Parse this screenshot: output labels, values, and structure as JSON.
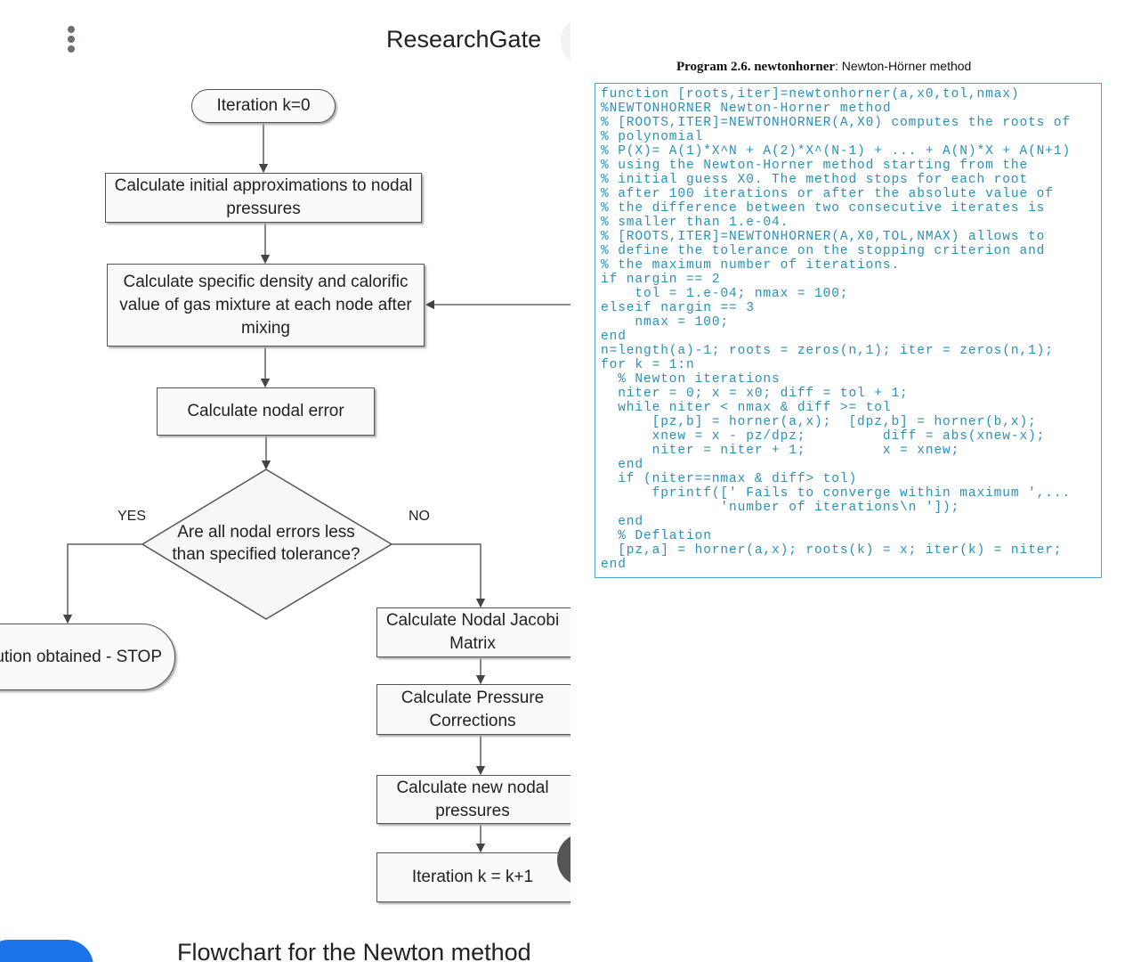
{
  "app": {
    "title": "ResearchGate",
    "menu_icon": "kebab-menu-icon"
  },
  "flowchart": {
    "start": "Iteration k=0",
    "step1": "Calculate initial approximations to nodal pressures",
    "step2": "Calculate specific density and calorific value of gas mixture at each node after mixing",
    "step3": "Calculate nodal error",
    "decision": "Are all nodal errors less than specified tolerance?",
    "yes": "YES",
    "no": "NO",
    "stop": "Solution obtained - STOP",
    "step4": "Calculate Nodal Jacobi Matrix",
    "step5": "Calculate Pressure Corrections",
    "step6": "Calculate new nodal pressures",
    "step7": "Iteration k = k+1"
  },
  "caption": "Flowchart for the Newton method",
  "program": {
    "label": "Program 2.6.",
    "name": "newtonhorner",
    "desc": ": Newton-Hörner method",
    "lines": [
      "function [roots,iter]=newtonhorner(a,x0,tol,nmax)",
      "%NEWTONHORNER Newton-Horner method",
      "% [ROOTS,ITER]=NEWTONHORNER(A,X0) computes the roots of",
      "% polynomial",
      "% P(X)= A(1)*X^N + A(2)*X^(N-1) + ... + A(N)*X + A(N+1)",
      "% using the Newton-Horner method starting from the",
      "% initial guess X0. The method stops for each root",
      "% after 100 iterations or after the absolute value of",
      "% the difference between two consecutive iterates is",
      "% smaller than 1.e-04.",
      "% [ROOTS,ITER]=NEWTONHORNER(A,X0,TOL,NMAX) allows to",
      "% define the tolerance on the stopping criterion and",
      "% the maximum number of iterations.",
      "if nargin == 2",
      "    tol = 1.e-04; nmax = 100;",
      "elseif nargin == 3",
      "    nmax = 100;",
      "end",
      "n=length(a)-1; roots = zeros(n,1); iter = zeros(n,1);",
      "for k = 1:n",
      "  % Newton iterations",
      "  niter = 0; x = x0; diff = tol + 1;",
      "  while niter < nmax & diff >= tol",
      "      [pz,b] = horner(a,x);  [dpz,b] = horner(b,x);",
      "      xnew = x - pz/dpz;         diff = abs(xnew-x);",
      "      niter = niter + 1;         x = xnew;",
      "  end",
      "  if (niter==nmax & diff> tol)",
      "      fprintf([' Fails to converge within maximum ',...",
      "              'number of iterations\\n ']);",
      "  end",
      "  % Deflation",
      "  [pz,a] = horner(a,x); roots(k) = x; iter(k) = niter;",
      "end"
    ]
  },
  "colors": {
    "code": "#2b8fb8",
    "code_border": "#4aa7c9",
    "button": "#1a73e8"
  }
}
